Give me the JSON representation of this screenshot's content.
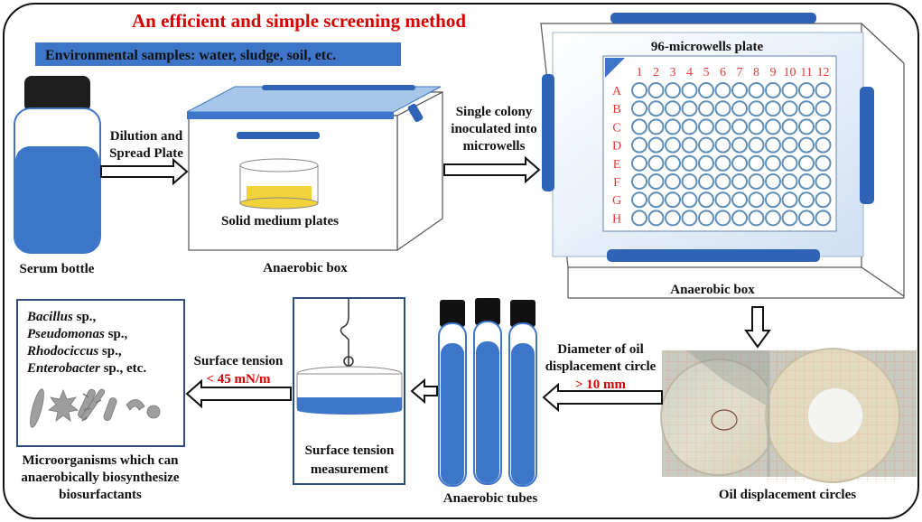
{
  "title": "An efficient and simple screening method",
  "banner": "Environmental samples: water, sludge, soil, etc.",
  "serum_bottle": "Serum bottle",
  "arrow1_line1": "Dilution and",
  "arrow1_line2": "Spread Plate",
  "solid_medium": "Solid medium plates",
  "anaerobic_box_1": "Anaerobic box",
  "arrow2_line1": "Single colony",
  "arrow2_line2": "inoculated into",
  "arrow2_line3": "microwells",
  "plate_title": "96-microwells plate",
  "columns": [
    "1",
    "2",
    "3",
    "4",
    "5",
    "6",
    "7",
    "8",
    "9",
    "10",
    "11",
    "12"
  ],
  "rows": [
    "A",
    "B",
    "C",
    "D",
    "E",
    "F",
    "G",
    "H"
  ],
  "anaerobic_box_2": "Anaerobic box",
  "oil_line1": "Diameter of oil",
  "oil_line2": "displacement circle",
  "oil_threshold": "> 10 mm",
  "oil_circles": "Oil displacement circles",
  "tubes": "Anaerobic tubes",
  "st_line1": "Surface tension",
  "st_line2": "measurement",
  "st_arrow_line1": "Surface tension",
  "st_threshold": "< 45 mN/m",
  "organisms": [
    {
      "genus": "Bacillus",
      "suffix": " sp.,"
    },
    {
      "genus": "Pseudomonas",
      "suffix": " sp.,"
    },
    {
      "genus": "Rhodociccus",
      "suffix": " sp.,"
    },
    {
      "genus": "Enterobacter",
      "suffix": " sp.,  etc."
    }
  ],
  "micro_line1": "Microorganisms which can",
  "micro_line2": "anaerobically biosynthesize",
  "micro_line3": "biosurfactants",
  "colors": {
    "blue": "#3d76c8",
    "red": "#d50000",
    "medium": "#f2d23a"
  }
}
